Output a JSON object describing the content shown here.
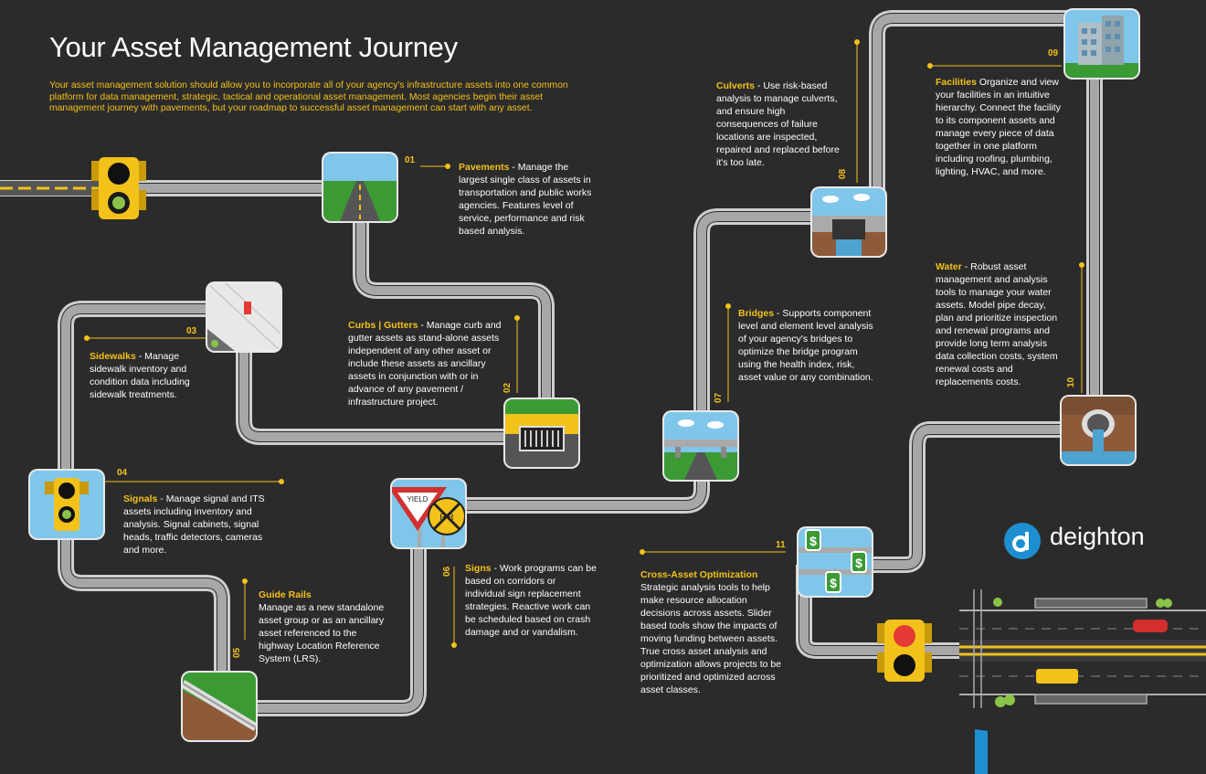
{
  "title": "Your Asset Management Journey",
  "intro": "Your asset management solution should allow you to incorporate all of your agency's infrastructure assets into one common platform for data management, strategic, tactical and operational asset management. Most agencies begin their asset management journey with pavements, but your roadmap to successful asset management can start with any asset.",
  "steps": [
    {
      "num": "01",
      "heading": "Pavements",
      "body": " - Manage the largest single class of assets in transportation and public works agencies. Features level of service, performance and risk based analysis."
    },
    {
      "num": "02",
      "heading": "Curbs | Gutters",
      "body": " - Manage curb and gutter assets as stand-alone assets independent of any other asset or include these assets as ancillary assets in conjunction with or in advance of any pavement / infrastructure project."
    },
    {
      "num": "03",
      "heading": "Sidewalks",
      "body": " - Manage sidewalk inventory and condition data including sidewalk treatments."
    },
    {
      "num": "04",
      "heading": "Signals",
      "body": " - Manage signal and ITS assets including inventory and analysis. Signal cabinets, signal heads, traffic detectors, cameras and more."
    },
    {
      "num": "05",
      "heading": "Guide Rails",
      "body": "Manage as a new standalone asset group or as an ancillary asset referenced to the highway Location Reference System (LRS)."
    },
    {
      "num": "06",
      "heading": "Signs",
      "body": " - Work programs can be based on corridors or individual sign replacement strategies. Reactive work can be scheduled based on crash damage and or vandalism."
    },
    {
      "num": "07",
      "heading": "Bridges",
      "body": " - Supports component level and element level analysis of your agency's bridges to optimize the bridge program using the health index, risk, asset value or any combination."
    },
    {
      "num": "08",
      "heading": "Culverts",
      "body": " - Use risk-based analysis to manage culverts, and ensure high consequences of failure locations are inspected, repaired and replaced before it's too late."
    },
    {
      "num": "09",
      "heading": "Facilities",
      "body": "  Organize and view your facilities in an intuitive hierarchy. Connect the facility to its component assets and manage every piece of data together in one platform including roofing, plumbing, lighting, HVAC, and more."
    },
    {
      "num": "10",
      "heading": "Water",
      "body": " -  Robust asset management and analysis tools to manage your water assets.  Model pipe decay, plan and prioritize inspection and renewal programs and provide long term analysis data collection costs, system renewal costs and replacements costs."
    },
    {
      "num": "11",
      "heading": "Cross-Asset Optimization",
      "body": "Strategic analysis tools to help make resource allocation decisions across assets.  Slider based tools show the impacts of moving funding between assets. True cross asset analysis and optimization allows projects to be prioritized and optimized across asset classes."
    }
  ],
  "yield_sign": "YIELD",
  "rr_sign": "R R",
  "logo_text": "deighton",
  "colors": {
    "background": "#2c2b2b",
    "accent": "#f2c21b",
    "road": "#a7a7a7",
    "brand": "#1d8fd1"
  }
}
